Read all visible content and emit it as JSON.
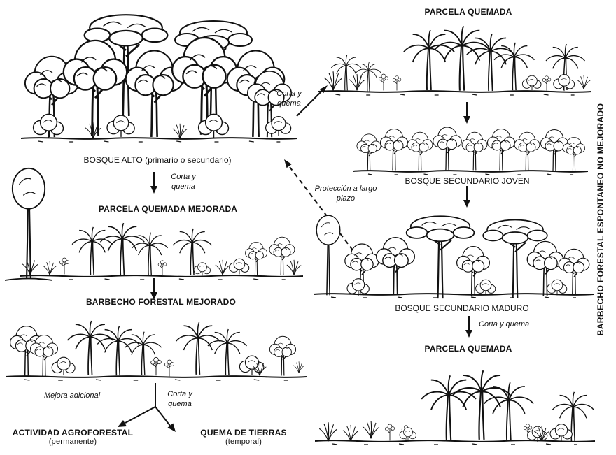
{
  "left_column": {
    "bosque_alto_label": "BOSQUE ALTO (primario o secundario)",
    "corta_y_quema_1": "Corta y quema",
    "parcela_quemada_mejorada_label": "PARCELA QUEMADA MEJORADA",
    "barbecho_forestal_mejorado_label": "BARBECHO FORESTAL MEJORADO",
    "mejora_adicional_label": "Mejora adicional",
    "corta_y_quema_2": "Corta y quema",
    "actividad_agroforestal_label": "ACTIVIDAD AGROFORESTAL",
    "actividad_agroforestal_note": "(permanente)",
    "quema_de_tierras_label": "QUEMA DE TIERRAS",
    "quema_de_tierras_note": "(temporal)"
  },
  "center": {
    "corta_y_quema_label": "Corta y quema",
    "proteccion_label": "Protección a largo plazo"
  },
  "right_column": {
    "parcela_quemada_top_label": "PARCELA QUEMADA",
    "bosque_secundario_joven_label": "BOSQUE SECUNDARIO JOVEN",
    "bosque_secundario_maduro_label": "BOSQUE SECUNDARIO MADURO",
    "corta_y_quema_label": "Corta y quema",
    "parcela_quemada_bottom_label": "PARCELA QUEMADA"
  },
  "right_margin": {
    "vertical_label": "BARBECHO FORESTAL ESPONTANEO NO MEJORADO"
  },
  "colors": {
    "ink": "#111111",
    "background": "#ffffff"
  }
}
